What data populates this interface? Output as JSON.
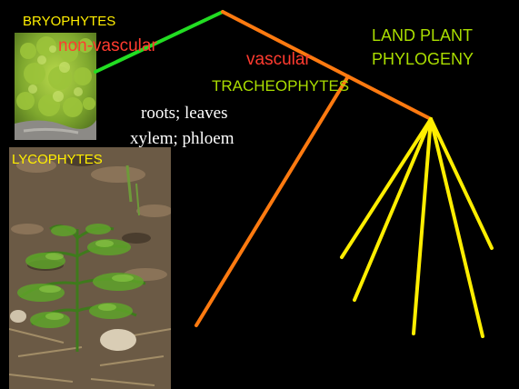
{
  "title": {
    "line1": "LAND PLANT",
    "line2": "PHYLOGENY"
  },
  "groups": {
    "bryophytes": "BRYOPHYTES",
    "lycophytes": "LYCOPHYTES",
    "tracheophytes": "TRACHEOPHYTES"
  },
  "branch_labels": {
    "non_vascular": "non-vascular",
    "vascular": "vascular"
  },
  "traits": {
    "line1": "roots; leaves",
    "line2": "xylem; phloem"
  },
  "colors": {
    "background": "#000000",
    "green_branch": "#22dd22",
    "orange_branch": "#ff7a10",
    "yellow_branch": "#ffee00",
    "title_text": "#aadd00",
    "red_label": "#ff3b2f",
    "white_text": "#ffffff"
  },
  "images": {
    "moss_photo": "moss-photo",
    "lycopod_photo": "lycopod-photo"
  }
}
